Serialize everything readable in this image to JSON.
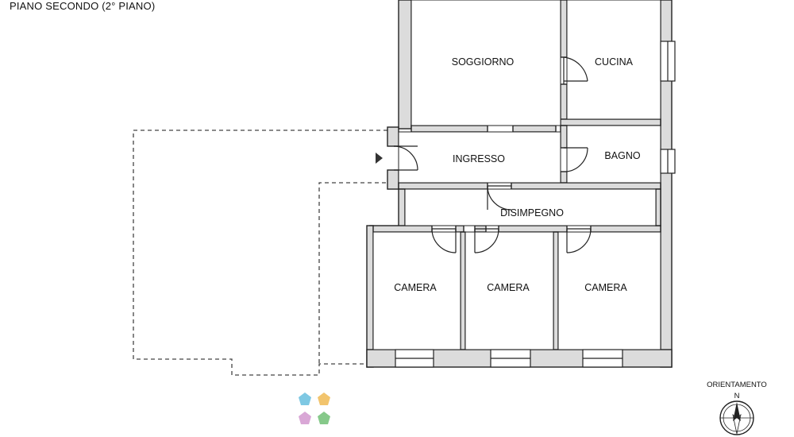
{
  "floor_title": "PIANO SECONDO (2° PIANO)",
  "rooms": {
    "soggiorno": "SOGGIORNO",
    "cucina": "CUCINA",
    "ingresso": "INGRESSO",
    "bagno": "BAGNO",
    "disimpegno": "DISIMPEGNO",
    "camera_1": "CAMERA",
    "camera_2": "CAMERA",
    "camera_3": "CAMERA"
  },
  "compass": {
    "label": "ORIENTAMENTO",
    "north": "N"
  },
  "colors": {
    "wall_fill": "#dcdcdc",
    "wall_stroke": "#222222",
    "logo": [
      "#7ec8e3",
      "#f2c46d",
      "#d9a7d6",
      "#86c98a"
    ]
  }
}
